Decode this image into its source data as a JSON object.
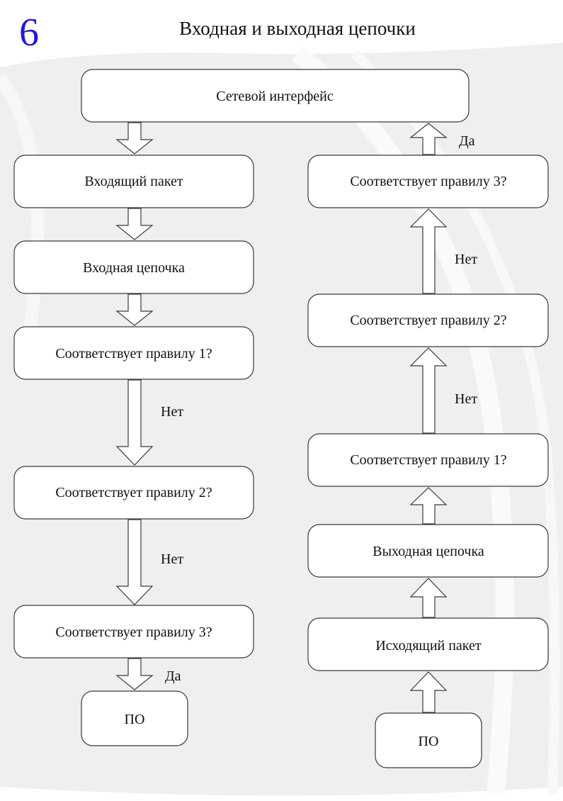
{
  "slide": {
    "number": "6",
    "title": "Входная и выходная цепочки"
  },
  "colors": {
    "number": "#1c1cd6",
    "background": "#f0f0f0",
    "box_fill": "#ffffff",
    "stroke": "#3a3a3a"
  },
  "nodes": {
    "network_interface": "Сетевой интерфейс",
    "incoming_packet": "Входящий пакет",
    "input_chain": "Входная цепочка",
    "in_rule_1": "Соответствует правилу 1?",
    "in_rule_2": "Соответствует правилу 2?",
    "in_rule_3": "Соответствует правилу 3?",
    "in_software": "ПО",
    "out_rule_3": "Соответствует правилу 3?",
    "out_rule_2": "Соответствует правилу 2?",
    "out_rule_1": "Соответствует правилу 1?",
    "output_chain": "Выходная цепочка",
    "outgoing_packet": "Исходящий пакет",
    "out_software": "ПО"
  },
  "edges": {
    "in_no_1": "Нет",
    "in_no_2": "Нет",
    "in_yes": "Да",
    "out_yes": "Да",
    "out_no_1": "Нет",
    "out_no_2": "Нет"
  }
}
